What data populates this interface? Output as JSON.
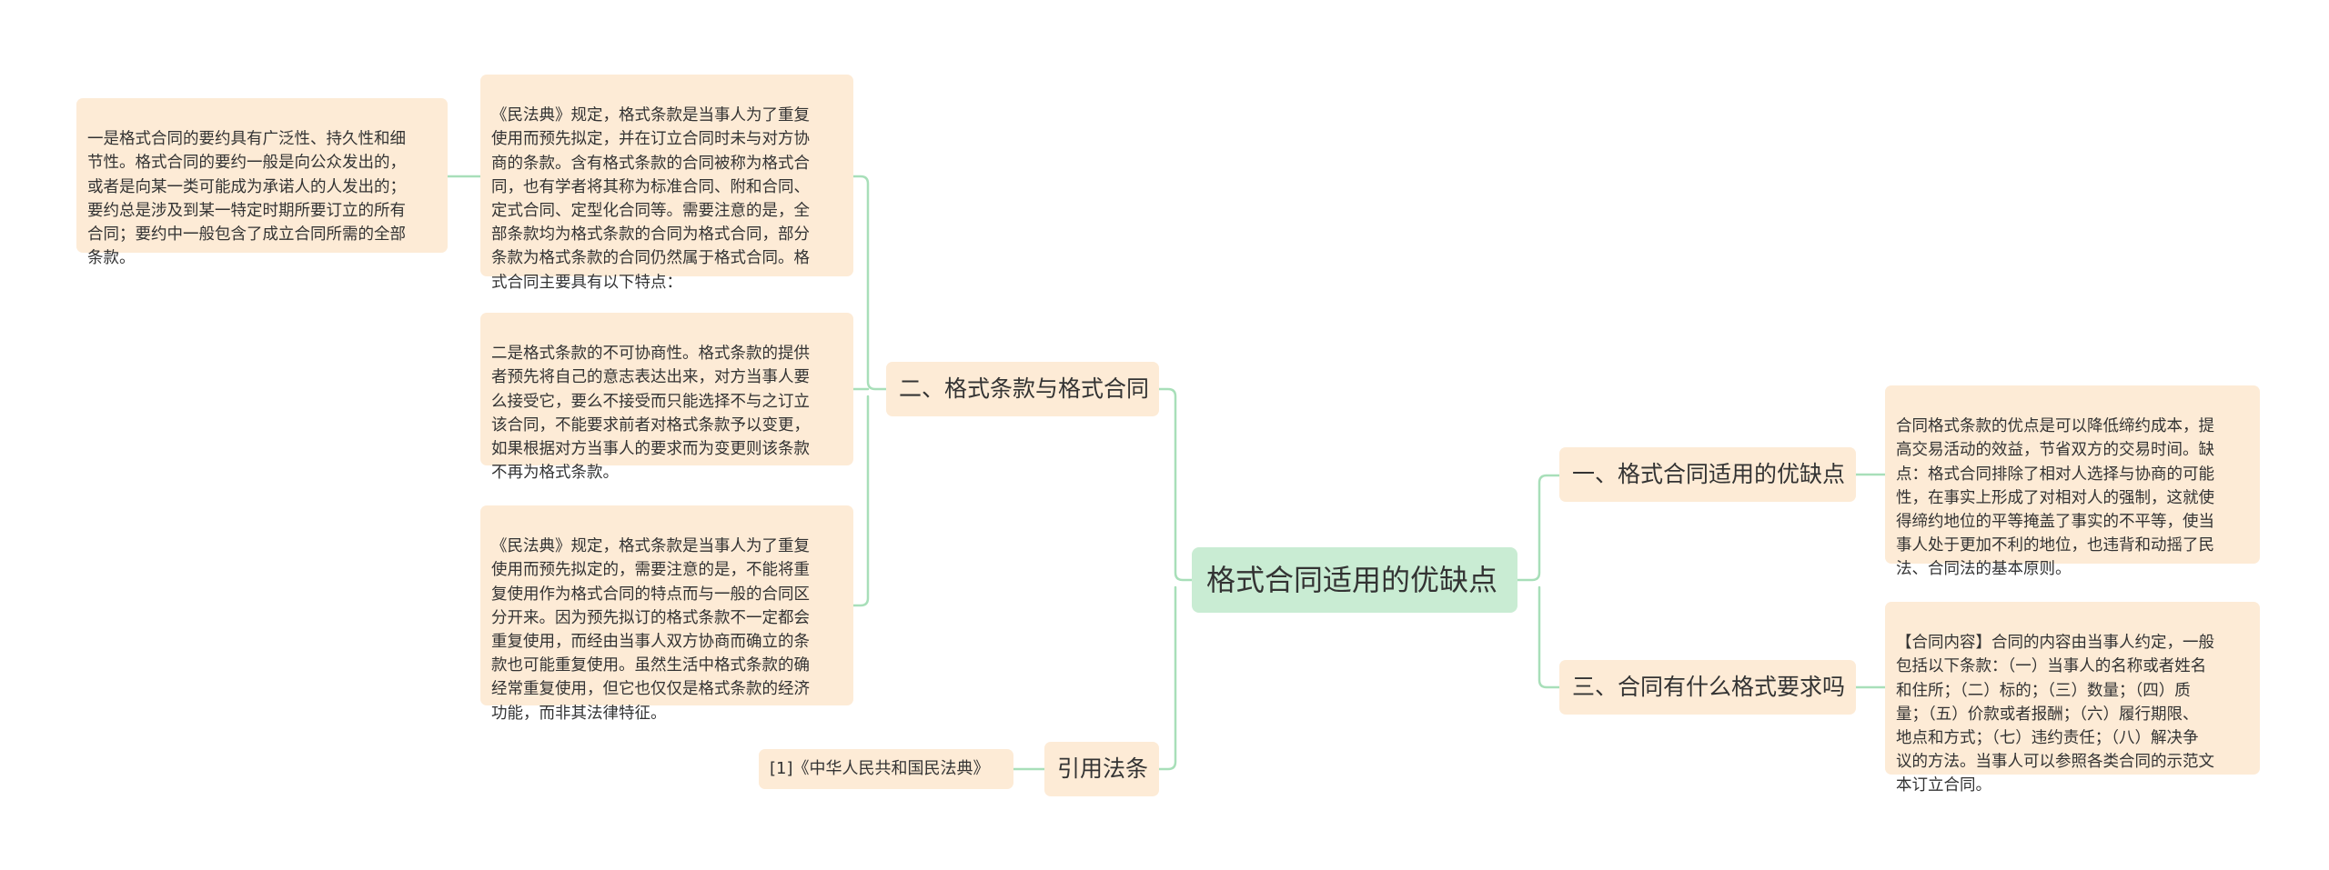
{
  "root": {
    "label": "格式合同适用的优缺点"
  },
  "branches": {
    "b1": {
      "label": "一、格式合同适用的优缺点"
    },
    "b2": {
      "label": "二、格式条款与格式合同"
    },
    "b3": {
      "label": "三、合同有什么格式要求吗"
    },
    "b4": {
      "label": "引用法条"
    }
  },
  "leaves": {
    "b1_leaf": "合同格式条款的优点是可以降低缔约成本，提\n高交易活动的效益，节省双方的交易时间。缺\n点：格式合同排除了相对人选择与协商的可能\n性，在事实上形成了对相对人的强制，这就使\n得缔约地位的平等掩盖了事实的不平等，使当\n事人处于更加不利的地位，也违背和动摇了民\n法、合同法的基本原则。",
    "b3_leaf": "【合同内容】合同的内容由当事人约定，一般\n包括以下条款：（一）当事人的名称或者姓名\n和住所；（二）标的；（三）数量；（四）质\n量；（五）价款或者报酬；（六）履行期限、\n地点和方式；（七）违约责任；（八）解决争\n议的方法。当事人可以参照各类合同的示范文\n本订立合同。",
    "b2_leaf1": "《民法典》规定，格式条款是当事人为了重复\n使用而预先拟定，并在订立合同时未与对方协\n商的条款。含有格式条款的合同被称为格式合\n同，也有学者将其称为标准合同、附和合同、\n定式合同、定型化合同等。需要注意的是，全\n部条款均为格式条款的合同为格式合同，部分\n条款为格式条款的合同仍然属于格式合同。格\n式合同主要具有以下特点：",
    "b2_leaf1_child": "一是格式合同的要约具有广泛性、持久性和细\n节性。格式合同的要约一般是向公众发出的，\n或者是向某一类可能成为承诺人的人发出的；\n要约总是涉及到某一特定时期所要订立的所有\n合同；要约中一般包含了成立合同所需的全部\n条款。",
    "b2_leaf2": "二是格式条款的不可协商性。格式条款的提供\n者预先将自己的意志表达出来，对方当事人要\n么接受它，要么不接受而只能选择不与之订立\n该合同，不能要求前者对格式条款予以变更，\n如果根据对方当事人的要求而为变更则该条款\n不再为格式条款。",
    "b2_leaf3": "《民法典》规定，格式条款是当事人为了重复\n使用而预先拟定的，需要注意的是，不能将重\n复使用作为格式合同的特点而与一般的合同区\n分开来。因为预先拟订的格式条款不一定都会\n重复使用，而经由当事人双方协商而确立的条\n款也可能重复使用。虽然生活中格式条款的确\n经常重复使用，但它也仅仅是格式条款的经济\n功能，而非其法律特征。",
    "b4_leaf": "[1]《中华人民共和国民法典》"
  },
  "colors": {
    "line": "#a8dfb9",
    "node_bg": "#fdebd6",
    "root_bg": "#c9ecd3",
    "text": "#333333"
  }
}
